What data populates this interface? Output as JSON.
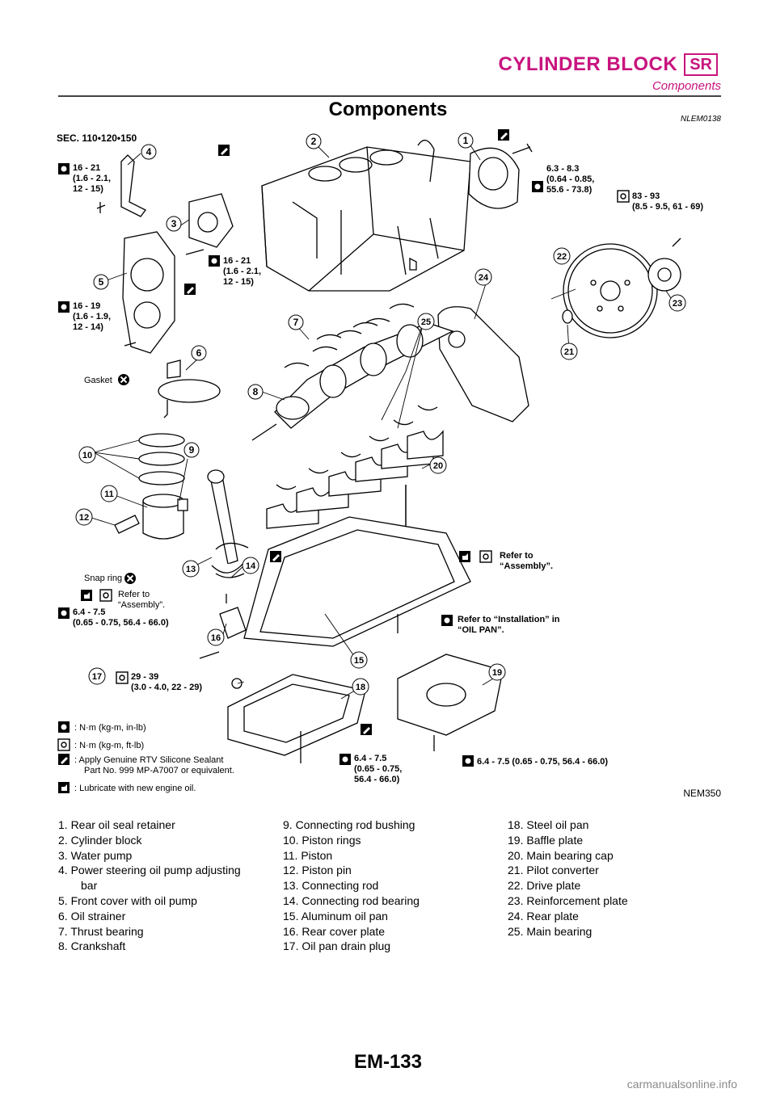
{
  "header": {
    "title": "CYLINDER BLOCK",
    "badge": "SR",
    "subtitle": "Components"
  },
  "section": {
    "title": "Components",
    "ref_code": "NLEM0138"
  },
  "figure": {
    "sec": "SEC. 110•120•150",
    "figure_code": "NEM350",
    "torques": {
      "t4": [
        "16 - 21",
        "(1.6 - 2.1,",
        "12 - 15)"
      ],
      "t3": [
        "16 - 21",
        "(1.6 - 2.1,",
        "12 - 15)"
      ],
      "t5": [
        "16 - 19",
        "(1.6 - 1.9,",
        "12 - 14)"
      ],
      "t1": [
        "6.3 - 8.3",
        "(0.64 - 0.85,",
        "55.6 - 73.8)"
      ],
      "t22": [
        "83 - 93",
        "(8.5 - 9.5, 61 - 69)"
      ],
      "t16": [
        "6.4 - 7.5",
        "(0.65 - 0.75, 56.4 - 66.0)"
      ],
      "t17": [
        "29 - 39",
        "(3.0 - 4.0, 22 - 29)"
      ],
      "t18": [
        "6.4 - 7.5",
        "(0.65 - 0.75,",
        "56.4 - 66.0)"
      ],
      "t19": "6.4 - 7.5 (0.65 - 0.75, 56.4 - 66.0)"
    },
    "refs": {
      "assembly_right": [
        "Refer to",
        "“Assembly”."
      ],
      "assembly_left": [
        "Refer to",
        "“Assembly”."
      ],
      "installation": [
        "Refer to “Installation” in",
        "“OIL PAN”."
      ]
    },
    "gasket": "Gasket",
    "snap_ring": "Snap ring",
    "legend_symbols": [
      ": N·m (kg-m, in-lb)",
      ": N·m (kg-m, ft-lb)",
      ": Apply Genuine RTV Silicone Sealant",
      "Part No. 999 MP-A7007 or equivalent.",
      ": Lubricate with new engine oil."
    ],
    "callouts": [
      "1",
      "2",
      "3",
      "4",
      "5",
      "6",
      "7",
      "8",
      "9",
      "10",
      "11",
      "12",
      "13",
      "14",
      "15",
      "16",
      "17",
      "18",
      "19",
      "20",
      "21",
      "22",
      "23",
      "24",
      "25"
    ]
  },
  "legend": {
    "col1": [
      "1. Rear oil seal retainer",
      "2. Cylinder block",
      "3. Water pump",
      "4. Power steering oil pump adjusting",
      "bar",
      "5. Front cover with oil pump",
      "6. Oil strainer",
      "7. Thrust bearing",
      "8. Crankshaft"
    ],
    "col2": [
      "9. Connecting rod bushing",
      "10. Piston rings",
      "11. Piston",
      "12. Piston pin",
      "13. Connecting rod",
      "14. Connecting rod bearing",
      "15. Aluminum oil pan",
      "16. Rear cover plate",
      "17. Oil pan drain plug"
    ],
    "col3": [
      "18. Steel oil pan",
      "19. Baffle plate",
      "20. Main bearing cap",
      "21. Pilot converter",
      "22. Drive plate",
      "23. Reinforcement plate",
      "24. Rear plate",
      "25. Main bearing"
    ]
  },
  "footer": {
    "page": "EM-133",
    "watermark": "carmanualsonline.info"
  }
}
